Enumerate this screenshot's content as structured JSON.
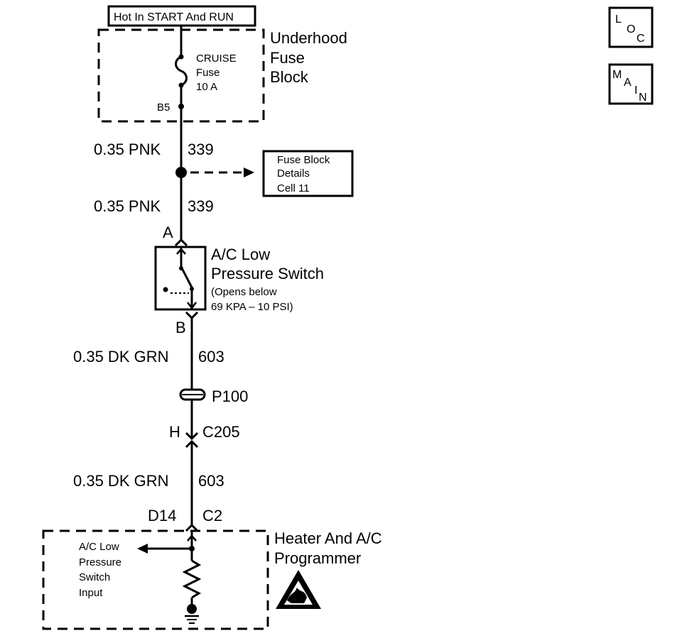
{
  "power": {
    "label": "Hot In START And RUN"
  },
  "fuse_block": {
    "title_lines": [
      "Underhood",
      "Fuse",
      "Block"
    ],
    "fuse_lines": [
      "CRUISE",
      "Fuse",
      "10 A"
    ],
    "terminal": "B5"
  },
  "wires": {
    "w1": {
      "size_color": "0.35 PNK",
      "circuit": "339"
    },
    "w2": {
      "size_color": "0.35 PNK",
      "circuit": "339"
    },
    "w3": {
      "size_color": "0.35 DK GRN",
      "circuit": "603"
    },
    "w4": {
      "size_color": "0.35 DK GRN",
      "circuit": "603"
    }
  },
  "fuse_details": {
    "lines": [
      "Fuse Block",
      "Details",
      "Cell 11"
    ]
  },
  "switch": {
    "pin_a": "A",
    "pin_b": "B",
    "title_lines": [
      "A/C Low",
      "Pressure Switch"
    ],
    "note_lines": [
      "(Opens below",
      "69 KPA – 10 PSI)"
    ]
  },
  "splice": {
    "label": "P100"
  },
  "connector_c205": {
    "pin": "H",
    "name": "C205"
  },
  "connector_c2": {
    "pin": "D14",
    "name": "C2"
  },
  "programmer": {
    "title_lines": [
      "Heater And A/C",
      "Programmer"
    ],
    "input_lines": [
      "A/C Low",
      "Pressure",
      "Switch",
      "Input"
    ]
  },
  "nav": {
    "loc": [
      "L",
      "O",
      "C"
    ],
    "main": [
      "M",
      "A",
      "I",
      "N"
    ]
  }
}
